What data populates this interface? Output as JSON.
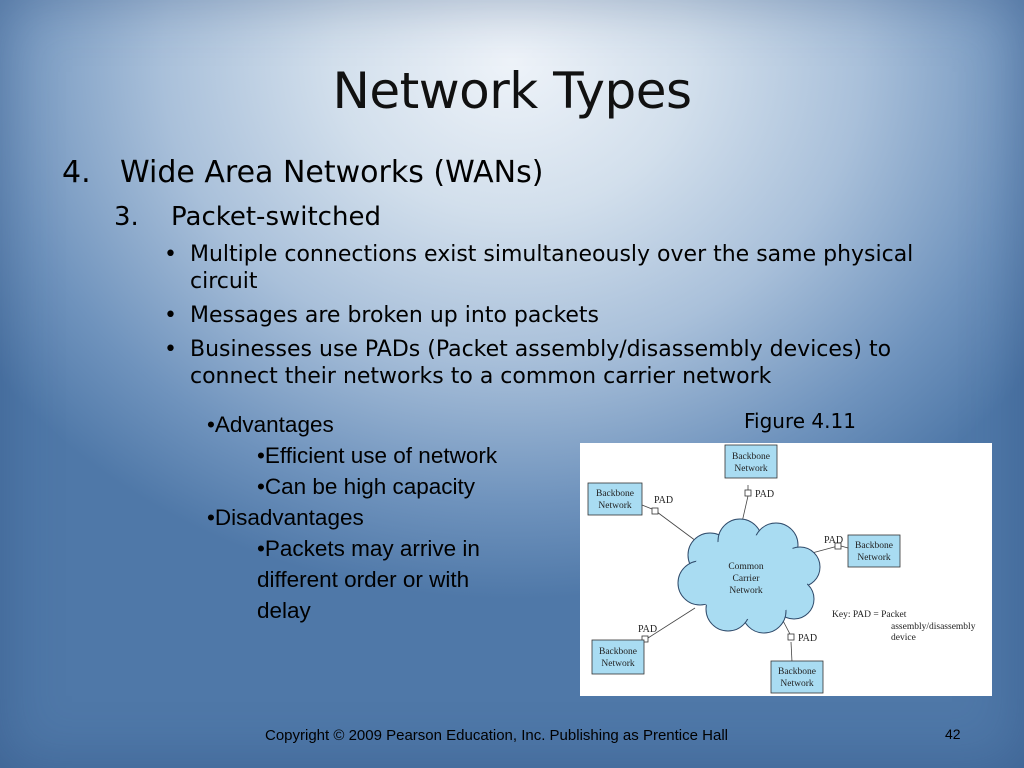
{
  "slide": {
    "title": "Network Types",
    "level1": {
      "number": "4.",
      "text": "Wide Area Networks (WANs)"
    },
    "level2": {
      "number": "3.",
      "text": "Packet-switched"
    },
    "bullets": [
      "Multiple connections exist simultaneously over the same physical circuit",
      "Messages are broken up into packets",
      "Businesses use PADs (Packet assembly/disassembly devices) to connect their networks to a common carrier network"
    ],
    "advantages_label": "•Advantages",
    "advantages": [
      "•Efficient use of network",
      "•Can be high capacity"
    ],
    "disadvantages_label": "•Disadvantages",
    "disadvantages": [
      "•Packets may arrive in different order or with delay"
    ],
    "figure_label": "Figure 4.11",
    "footer": "Copyright © 2009 Pearson Education, Inc.  Publishing as Prentice Hall",
    "page_number": "42"
  },
  "figure": {
    "backbone_label_1": "Backbone",
    "backbone_label_2": "Network",
    "pad": "PAD",
    "cloud_1": "Common",
    "cloud_2": "Carrier",
    "cloud_3": "Network",
    "key_1": "Key: PAD = Packet",
    "key_2": "assembly/disassembly",
    "key_3": "device"
  }
}
